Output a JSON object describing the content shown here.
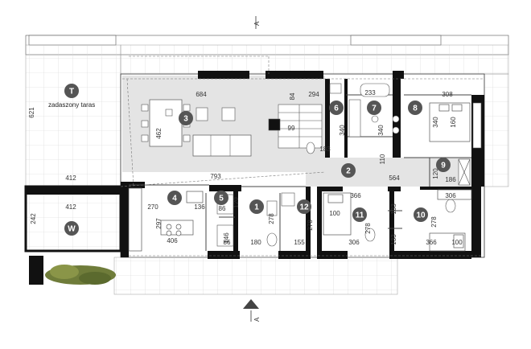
{
  "terrace": {
    "badge": "T",
    "label": "zadaszony taras",
    "dims": [
      "621",
      "412"
    ]
  },
  "garden_w": {
    "badge": "W",
    "dims": [
      "412",
      "242"
    ]
  },
  "section": {
    "top": "A",
    "bottom": "A"
  },
  "rooms": [
    {
      "badge": "1",
      "dims": [
        "278",
        "180"
      ]
    },
    {
      "badge": "2",
      "dims": [
        "564",
        "110"
      ]
    },
    {
      "badge": "3",
      "dims": [
        "684",
        "462",
        "793",
        "99"
      ]
    },
    {
      "badge": "4",
      "dims": [
        "270",
        "297",
        "406",
        "136"
      ]
    },
    {
      "badge": "5",
      "dims": [
        "86",
        "120",
        "146",
        "86"
      ]
    },
    {
      "badge": "6",
      "dims": [
        "84",
        "294",
        "340",
        "183"
      ]
    },
    {
      "badge": "7",
      "dims": [
        "233",
        "340"
      ]
    },
    {
      "badge": "8",
      "dims": [
        "308",
        "340",
        "160"
      ]
    },
    {
      "badge": "9",
      "dims": [
        "120",
        "186"
      ]
    },
    {
      "badge": "10",
      "dims": [
        "306",
        "278",
        "366",
        "100"
      ]
    },
    {
      "badge": "11",
      "dims": [
        "366",
        "100",
        "306",
        "278"
      ]
    },
    {
      "badge": "12",
      "dims": [
        "278",
        "155"
      ]
    }
  ],
  "misc_dims": [
    "133",
    "133"
  ],
  "colors": {
    "wall": "#111111",
    "badge": "#555555",
    "floor": "#e2e2e2",
    "grid": "#d4d4d4"
  }
}
